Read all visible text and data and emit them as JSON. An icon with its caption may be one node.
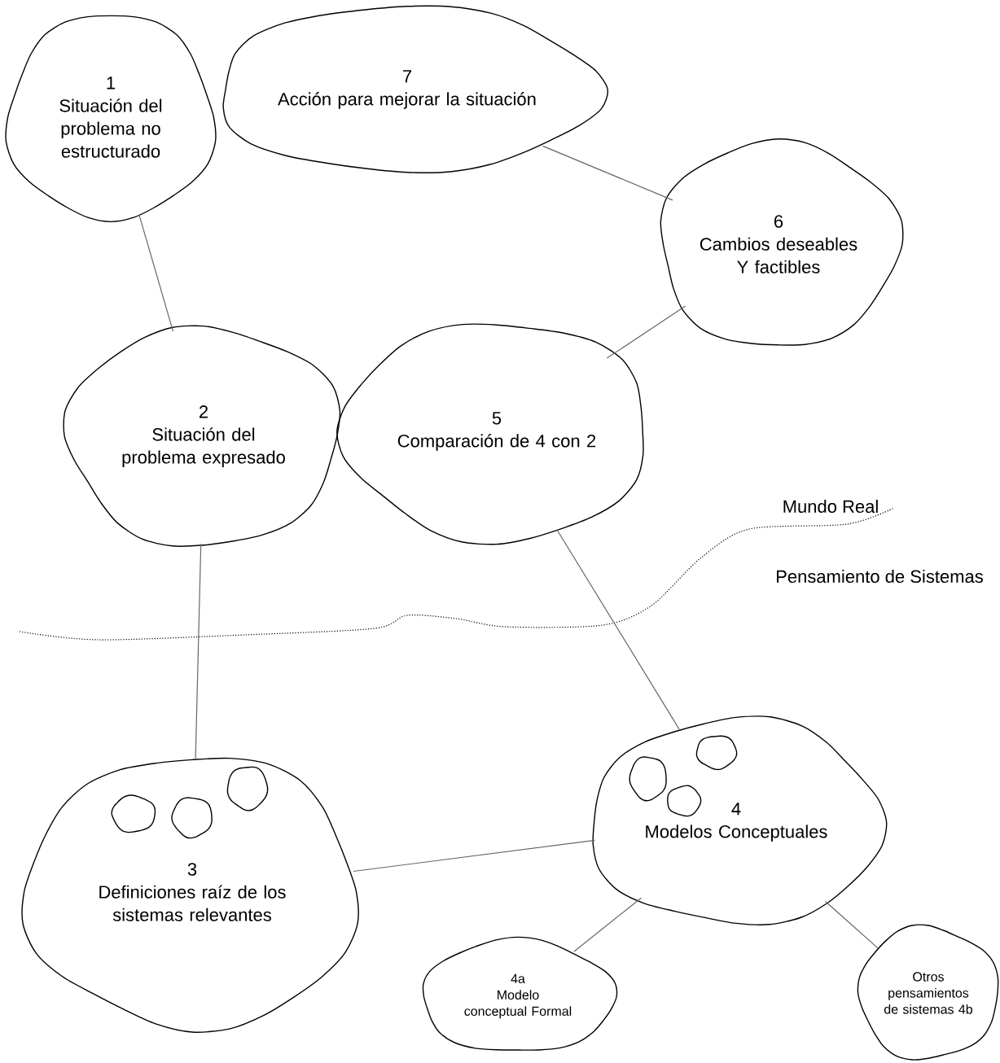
{
  "diagram": {
    "nodes": [
      {
        "text": [
          "1",
          "Situación del problema no estructurado"
        ]
      },
      {
        "text": [
          "7",
          "Acción para mejorar la situación"
        ]
      },
      {
        "text": [
          "6",
          "Cambios deseables Y factibles"
        ]
      },
      {
        "text": [
          "2",
          "Situación del problema expresado"
        ]
      },
      {
        "text": [
          "5",
          "Comparación de 4 con 2"
        ]
      },
      {
        "text": [
          "3",
          "Definiciones raíz de los sistemas relevantes"
        ]
      },
      {
        "text": [
          "4",
          "Modelos Conceptuales"
        ]
      },
      {
        "text": [
          "4a",
          "Modelo conceptual Formal"
        ]
      },
      {
        "text": [
          "Otros pensamientos de sistemas 4b"
        ]
      }
    ],
    "edges": [
      {
        "from": 0,
        "to": 3,
        "arrow": "none"
      },
      {
        "from": 1,
        "to": 2,
        "arrow": "none"
      },
      {
        "from": 2,
        "to": 4,
        "arrow": "none"
      },
      {
        "from": 3,
        "to": 5,
        "arrow": "none"
      },
      {
        "from": 4,
        "to": 6,
        "arrow": "none"
      },
      {
        "from": 5,
        "to": 6,
        "arrow": "none"
      },
      {
        "from": 6,
        "to": 7,
        "arrow": "none"
      },
      {
        "from": 6,
        "to": 8,
        "arrow": "none"
      }
    ],
    "labels": [
      "Mundo Real",
      "Pensamiento de Sistemas"
    ]
  }
}
